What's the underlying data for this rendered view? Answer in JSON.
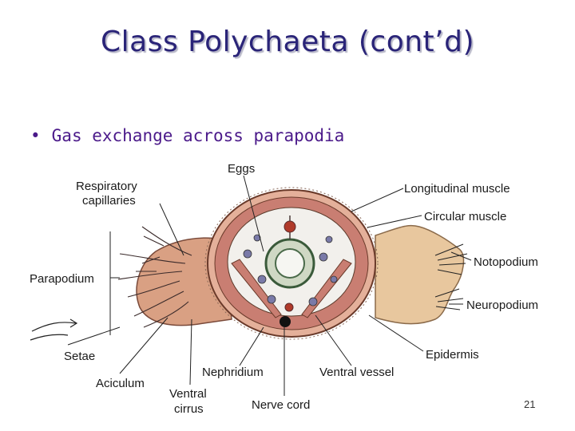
{
  "slide": {
    "title": "Class Polychaeta (cont’d)",
    "bullet": "Gas exchange across parapodia",
    "page_number": "21"
  },
  "figure": {
    "labels": {
      "eggs": "Eggs",
      "respiratory_capillaries_1": "Respiratory",
      "respiratory_capillaries_2": "capillaries",
      "parapodium": "Parapodium",
      "setae": "Setae",
      "aciculum": "Aciculum",
      "ventral_cirrus_1": "Ventral",
      "ventral_cirrus_2": "cirrus",
      "nephridium": "Nephridium",
      "nerve_cord": "Nerve cord",
      "ventral_vessel": "Ventral vessel",
      "epidermis": "Epidermis",
      "neuropodium": "Neuropodium",
      "notopodium": "Notopodium",
      "circular_muscle": "Circular muscle",
      "longitudinal_muscle": "Longitudinal muscle"
    }
  },
  "colors": {
    "title": "#2a2478",
    "bullet": "#4b1a8a",
    "muscle": "#c97e72",
    "parapodium_fill": "#e8c79e",
    "coelom": "#f2f0ec"
  }
}
